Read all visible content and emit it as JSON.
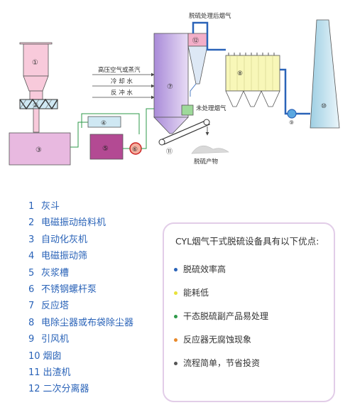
{
  "diagram": {
    "labels": {
      "top_flue_gas": "脱硫处理后烟气",
      "air_steam": "高压空气或蒸汽",
      "cooling_water": "冷 却 水",
      "backwash_water": "反 冲 水",
      "raw_flue_gas": "未处理烟气",
      "product": "脱硫产物"
    },
    "markers": [
      "①",
      "②",
      "③",
      "④",
      "⑤",
      "⑥",
      "⑦",
      "⑧",
      "⑨",
      "⑩",
      "⑪",
      "⑫"
    ]
  },
  "legend": [
    {
      "num": "1",
      "text": "灰斗"
    },
    {
      "num": "2",
      "text": "电磁振动给料机"
    },
    {
      "num": "3",
      "text": "自动化灰机"
    },
    {
      "num": "4",
      "text": "电磁振动筛"
    },
    {
      "num": "5",
      "text": "灰浆槽"
    },
    {
      "num": "6",
      "text": "不锈钢螺杆泵"
    },
    {
      "num": "7",
      "text": "反应塔"
    },
    {
      "num": "8",
      "text": "电除尘器或布袋除尘器"
    },
    {
      "num": "9",
      "text": "引风机"
    },
    {
      "num": "10",
      "text": "烟囱"
    },
    {
      "num": "11",
      "text": "出渣机"
    },
    {
      "num": "12",
      "text": "二次分离器"
    }
  ],
  "advantages": {
    "title": "CYL烟气干式脱硫设备具有以下优点:",
    "items": [
      {
        "text": "脱硫效率高",
        "color": "#2a63b8"
      },
      {
        "text": "能耗低",
        "color": "#e8e23a"
      },
      {
        "text": "干态脱硫副产品易处理",
        "color": "#2e9a4a"
      },
      {
        "text": "反应器无腐蚀现象",
        "color": "#e8892a"
      },
      {
        "text": "流程简单，节省投资",
        "color": "#555555"
      }
    ]
  }
}
